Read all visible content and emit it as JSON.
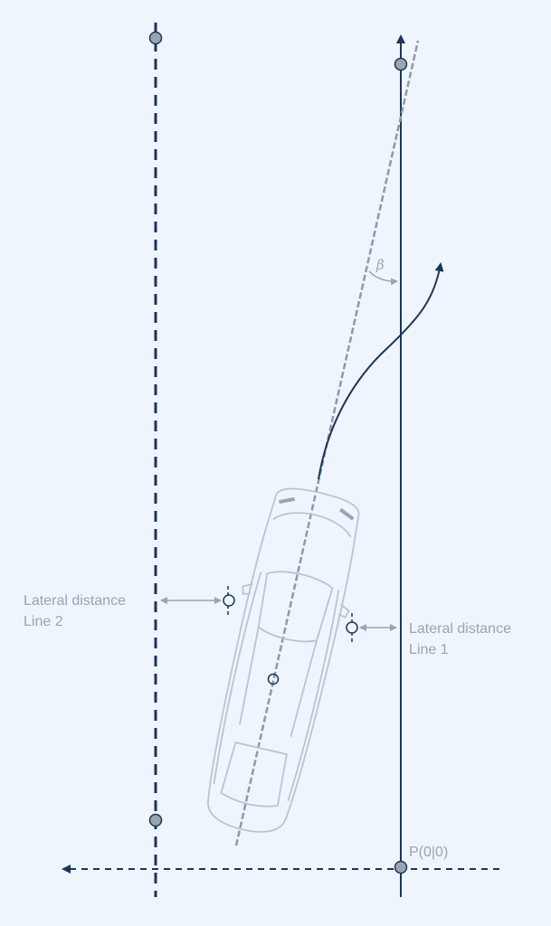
{
  "labels": {
    "lateral_line2_a": "Lateral distance",
    "lateral_line2_b": "Line 2",
    "lateral_line1_a": "Lateral distance",
    "lateral_line1_b": "Line 1",
    "origin": "P(0|0)",
    "angle": "β"
  },
  "colors": {
    "background": "#eef5fd",
    "line_dark": "#1d3557",
    "line_gray": "#8e9aa6",
    "car_outline": "#b9c5d1",
    "point_fill": "#9aa5b1",
    "label": "#9aa4ae"
  }
}
